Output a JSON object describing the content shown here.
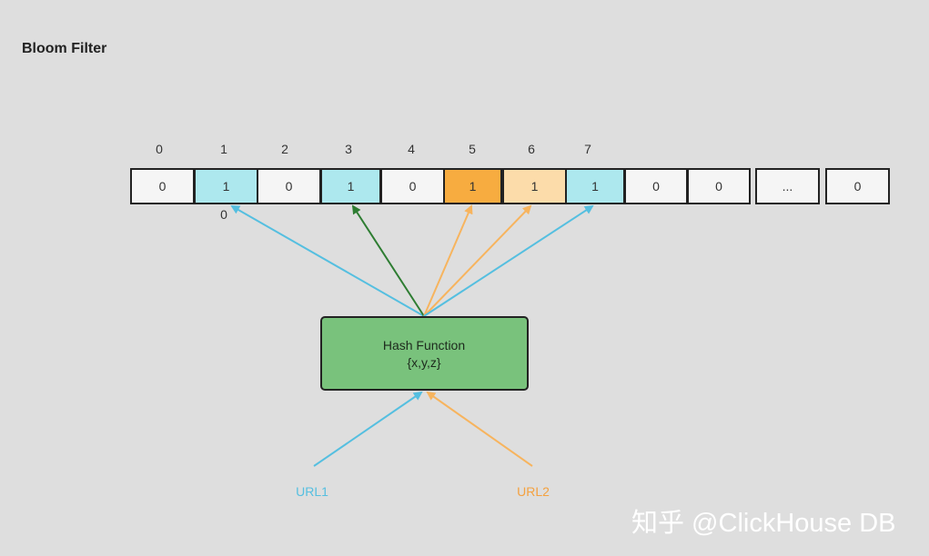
{
  "title": "Bloom Filter",
  "bit_array": {
    "indices": [
      "0",
      "1",
      "2",
      "3",
      "4",
      "5",
      "6",
      "7"
    ],
    "cells": [
      {
        "value": "0",
        "state": "empty"
      },
      {
        "value": "1",
        "state": "set-url1"
      },
      {
        "value": "0",
        "state": "empty"
      },
      {
        "value": "1",
        "state": "set-url1"
      },
      {
        "value": "0",
        "state": "empty"
      },
      {
        "value": "1",
        "state": "set-both"
      },
      {
        "value": "1",
        "state": "set-url2"
      },
      {
        "value": "1",
        "state": "set-url1"
      },
      {
        "value": "0",
        "state": "empty"
      },
      {
        "value": "0",
        "state": "empty"
      },
      {
        "value": "...",
        "state": "empty"
      },
      {
        "value": "0",
        "state": "empty"
      }
    ],
    "stray_label": "0"
  },
  "hash_function": {
    "label": "Hash Function",
    "params": "{x,y,z}"
  },
  "inputs": [
    {
      "label": "URL1",
      "color": "#55bfe0"
    },
    {
      "label": "URL2",
      "color": "#f7a84a"
    }
  ],
  "colors": {
    "empty": "#f5f5f5",
    "set_url1": "#ade8ee",
    "set_url2": "#fcdcaa",
    "set_both": "#f7ac40",
    "hash_box": "#79c27c",
    "green_arrow": "#2e7d32",
    "url1_arrow": "#55bfe0",
    "url2_arrow": "#f7b45e"
  },
  "watermark": "知乎 @ClickHouse DB"
}
